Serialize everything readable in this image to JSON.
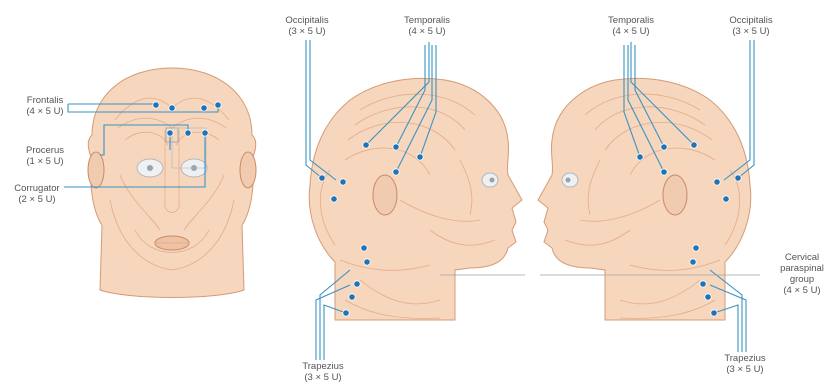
{
  "labels": {
    "frontalis": {
      "name": "Frontalis",
      "dose": "(4 × 5 U)"
    },
    "procerus": {
      "name": "Procerus",
      "dose": "(1 × 5 U)"
    },
    "corrugator": {
      "name": "Corrugator",
      "dose": "(2 × 5 U)"
    },
    "occipitalis_left": {
      "name": "Occipitalis",
      "dose": "(3 × 5 U)"
    },
    "temporalis_left": {
      "name": "Temporalis",
      "dose": "(4 × 5 U)"
    },
    "temporalis_right": {
      "name": "Temporalis",
      "dose": "(4 × 5 U)"
    },
    "occipitalis_right": {
      "name": "Occipitalis",
      "dose": "(3 × 5 U)"
    },
    "cervical": {
      "line1": "Cervical",
      "line2": "paraspinal",
      "line3": "group",
      "dose": "(4 × 5 U)"
    },
    "trapezius_left": {
      "name": "Trapezius",
      "dose": "(3 × 5 U)"
    },
    "trapezius_right": {
      "name": "Trapezius",
      "dose": "(3 × 5 U)"
    }
  },
  "colors": {
    "injection_point": "#1f73b7",
    "leader_line": "#3a93c3",
    "skin": "#f6d6bd",
    "muscle": "#e3a37f"
  }
}
